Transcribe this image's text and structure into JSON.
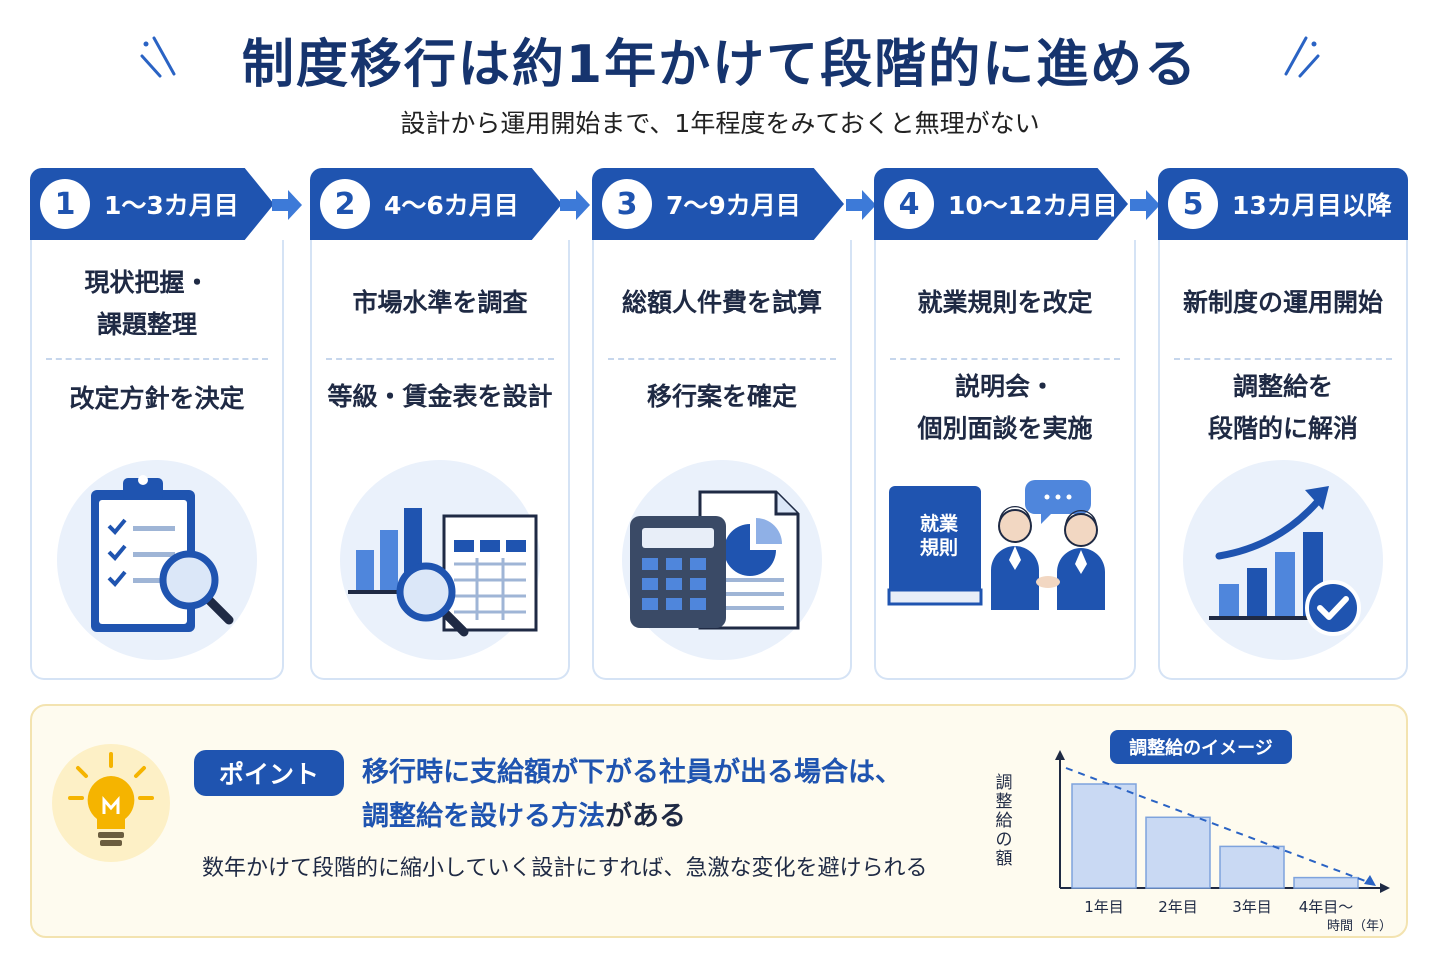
{
  "title": "制度移行は約1年かけて段階的に進める",
  "subtitle": "設計から運用開始まで、1年程度をみておくと無理がない",
  "colors": {
    "primary": "#1f54b0",
    "navy": "#16346e",
    "light_blue": "#eaf1fb",
    "card_border": "#d5e3f5",
    "point_bg": "#fefbef",
    "bulb": "#f5b400"
  },
  "steps": [
    {
      "num": "1",
      "period": "1〜3カ月目",
      "task1": [
        "現状把握・",
        "課題整理"
      ],
      "task2": [
        "改定方針を決定"
      ],
      "icon": "clipboard-magnifier-icon"
    },
    {
      "num": "2",
      "period": "4〜6カ月目",
      "task1": [
        "市場水準を調査"
      ],
      "task2": [
        "等級・賃金表を設計"
      ],
      "icon": "bar-chart-table-icon"
    },
    {
      "num": "3",
      "period": "7〜9カ月目",
      "task1": [
        "総額人件費を試算"
      ],
      "task2": [
        "移行案を確定"
      ],
      "icon": "calculator-document-icon"
    },
    {
      "num": "4",
      "period": "10〜12カ月目",
      "task1": [
        "就業規則を改定"
      ],
      "task2": [
        "説明会・",
        "個別面談を実施"
      ],
      "icon": "rulebook-meeting-icon",
      "book_label": [
        "就業",
        "規則"
      ]
    },
    {
      "num": "5",
      "period": "13カ月目以降",
      "task1": [
        "新制度の運用開始"
      ],
      "task2": [
        "調整給を",
        "段階的に解消"
      ],
      "icon": "growth-chart-check-icon"
    }
  ],
  "point": {
    "badge": "ポイント",
    "line1": "移行時に支給額が下がる社員が出る場合は、",
    "line2_highlight": "調整給を設ける方法",
    "line2_plain": "がある",
    "sub": "数年かけて段階的に縮小していく設計にすれば、急激な変化を避けられる",
    "icon": "light-bulb-icon"
  },
  "chart_data": {
    "type": "bar",
    "title": "調整給のイメージ",
    "ylabel": "調整給の額",
    "xlabel": "時間（年）",
    "categories": [
      "1年目",
      "2年目",
      "3年目",
      "4年目〜"
    ],
    "values": [
      100,
      68,
      40,
      10
    ],
    "ylim": [
      0,
      125
    ],
    "trend_line": "dashed-decreasing",
    "grid": false
  }
}
